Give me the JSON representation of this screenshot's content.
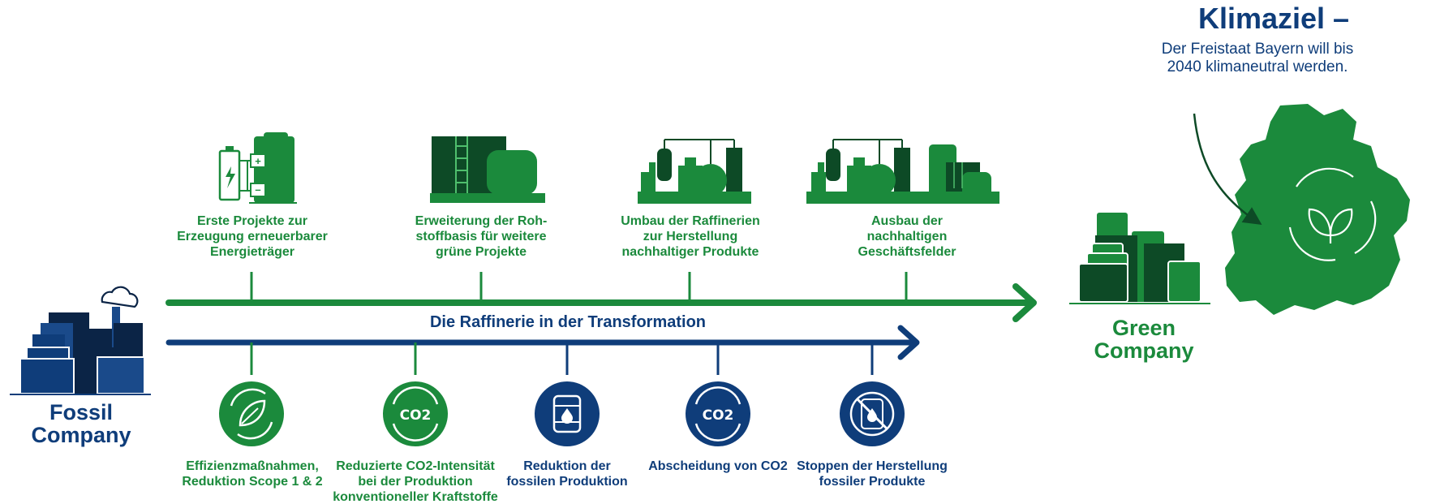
{
  "goal": {
    "title": "Klimaziel –",
    "subtitle": "Der Freistaat Bayern will bis\n2040 klimaneutral werden."
  },
  "fossil_company": "Fossil\nCompany",
  "green_company": "Green\nCompany",
  "center_title": "Die Raffinerie in der Transformation",
  "green_steps": [
    {
      "icon": "battery-tank-icon",
      "label": "Erste Projekte zur\nErzeugung erneuerbarer\nEnergieträger"
    },
    {
      "icon": "storage-tank-icon",
      "label": "Erweiterung der Roh-\nstoffbasis für weitere\ngrüne Projekte"
    },
    {
      "icon": "refinery-icon",
      "label": "Umbau der Raffinerien\nzur Herstellung\nnachhaltiger Produkte"
    },
    {
      "icon": "refinery-expanded-icon",
      "label": "Ausbau der\nnachhaltigen\nGeschäftsfelder"
    }
  ],
  "blue_steps": [
    {
      "icon": "leaf-cycle-icon",
      "label": "Effizienzmaßnahmen,\nReduktion Scope 1 & 2"
    },
    {
      "icon": "co2-icon",
      "badge": "CO2",
      "label": "Reduzierte CO2-Intensität\nbei der Produktion\nkonventioneller Kraftstoffe"
    },
    {
      "icon": "oil-barrel-icon",
      "label": "Reduktion der\nfossilen Produktion"
    },
    {
      "icon": "co2-capture-icon",
      "badge": "CO2",
      "label": "Abscheidung von CO2"
    },
    {
      "icon": "crossed-barrel-icon",
      "label": "Stoppen der Herstellung\nfossiler Produkte"
    }
  ],
  "colors": {
    "green": "#1b8a3c",
    "dark_green": "#0d4a26",
    "blue": "#0f3d7a",
    "navy": "#0b2446"
  }
}
